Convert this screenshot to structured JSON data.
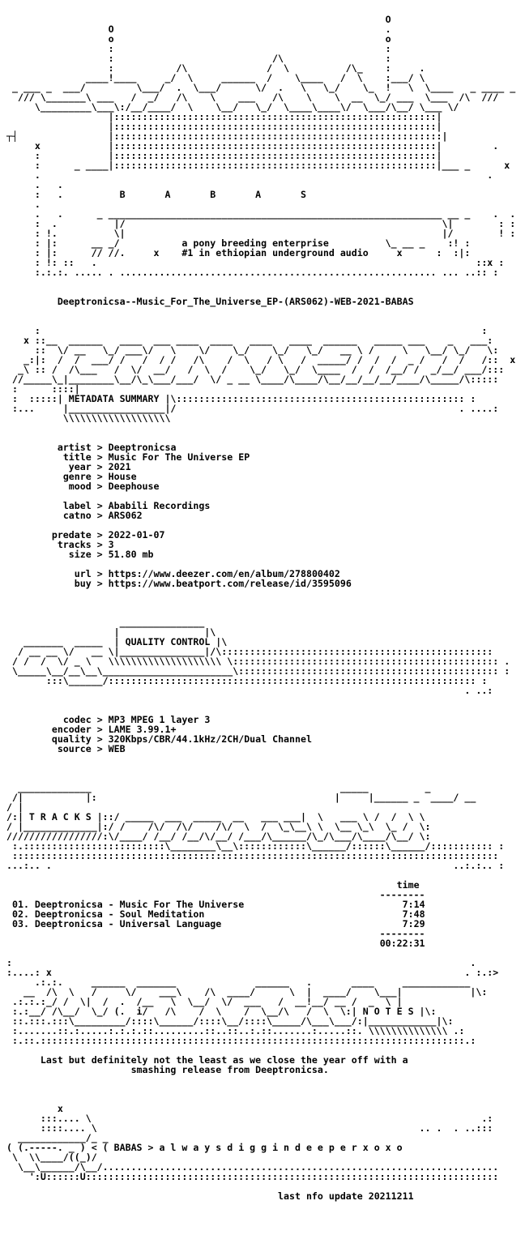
{
  "release": {
    "name": "Deeptronicsa--Music_For_The_Universe_EP-(ARS062)-WEB-2021-BABAS"
  },
  "header": {
    "group_letters": "B       A       B       A       S",
    "tagline1": "a pony breeding enterprise",
    "tagline2": "#1 in ethiopian underground audio"
  },
  "sections": {
    "metadata": "METADATA SUMMARY",
    "quality": "QUALITY CONTROL",
    "tracks": "T R A C K S",
    "notes": "N O T E S"
  },
  "metadata": [
    {
      "key": "artist",
      "value": "Deeptronicsa"
    },
    {
      "key": "title",
      "value": "Music For The Universe EP"
    },
    {
      "key": "year",
      "value": "2021"
    },
    {
      "key": "genre",
      "value": "House"
    },
    {
      "key": "mood",
      "value": "Deephouse"
    },
    {
      "key": "label",
      "value": "Ababili Recordings"
    },
    {
      "key": "catno",
      "value": "ARS062"
    },
    {
      "key": "predate",
      "value": "2022-01-07"
    },
    {
      "key": "tracks",
      "value": "3"
    },
    {
      "key": "size",
      "value": "51.80 mb"
    },
    {
      "key": "url",
      "value": "https://www.deezer.com/en/album/278800402"
    },
    {
      "key": "buy",
      "value": "https://www.beatport.com/release/id/3595096"
    }
  ],
  "quality": [
    {
      "key": "codec",
      "value": "MP3 MPEG 1 layer 3"
    },
    {
      "key": "encoder",
      "value": "LAME 3.99.1+"
    },
    {
      "key": "quality",
      "value": "320Kbps/CBR/44.1kHz/2CH/Dual Channel"
    },
    {
      "key": "source",
      "value": "WEB"
    }
  ],
  "tracklist": {
    "time_header": "time",
    "tracks": [
      {
        "num": "01.",
        "title": "Deeptronicsa - Music For The Universe",
        "time": "7:14"
      },
      {
        "num": "02.",
        "title": "Deeptronicsa - Soul Meditation",
        "time": "7:48"
      },
      {
        "num": "03.",
        "title": "Deeptronicsa - Universal Language",
        "time": "7:29"
      }
    ],
    "total": "00:22:31"
  },
  "notes": {
    "line1": "Last but definitely not the least as we close the year off with a",
    "line2": "smashing release from Deeptronicsa."
  },
  "footer": {
    "signature": "( BABAS > a l w a y s d i g g i n d e e p e r x o x o",
    "update": "last nfo update 20211211"
  }
}
